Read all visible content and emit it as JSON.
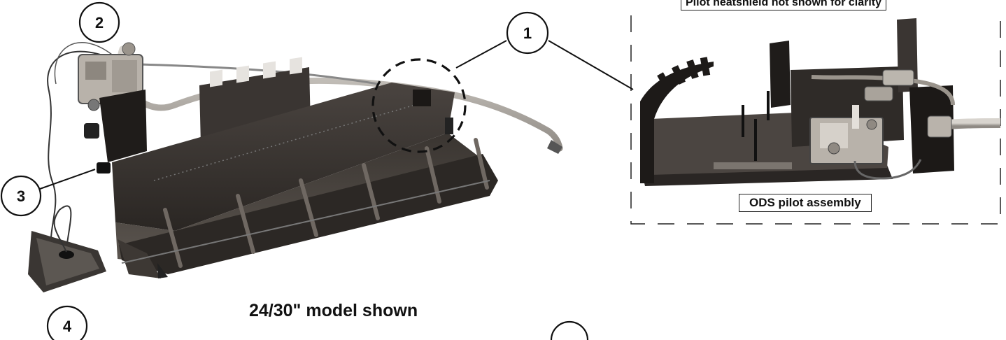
{
  "callouts": [
    {
      "number": "1"
    },
    {
      "number": "2"
    },
    {
      "number": "3"
    },
    {
      "number": "4"
    }
  ],
  "captions": {
    "model": "24/30\" model shown",
    "heatshield_note": "Pilot heatshield not shown for clarity",
    "ods_pilot": "ODS pilot assembly"
  },
  "colors": {
    "line": "#111111",
    "metal_dark": "#2e2a27",
    "metal_mid": "#5a534d",
    "metal_light": "#9a938c",
    "hose": "#b9b4ad"
  }
}
